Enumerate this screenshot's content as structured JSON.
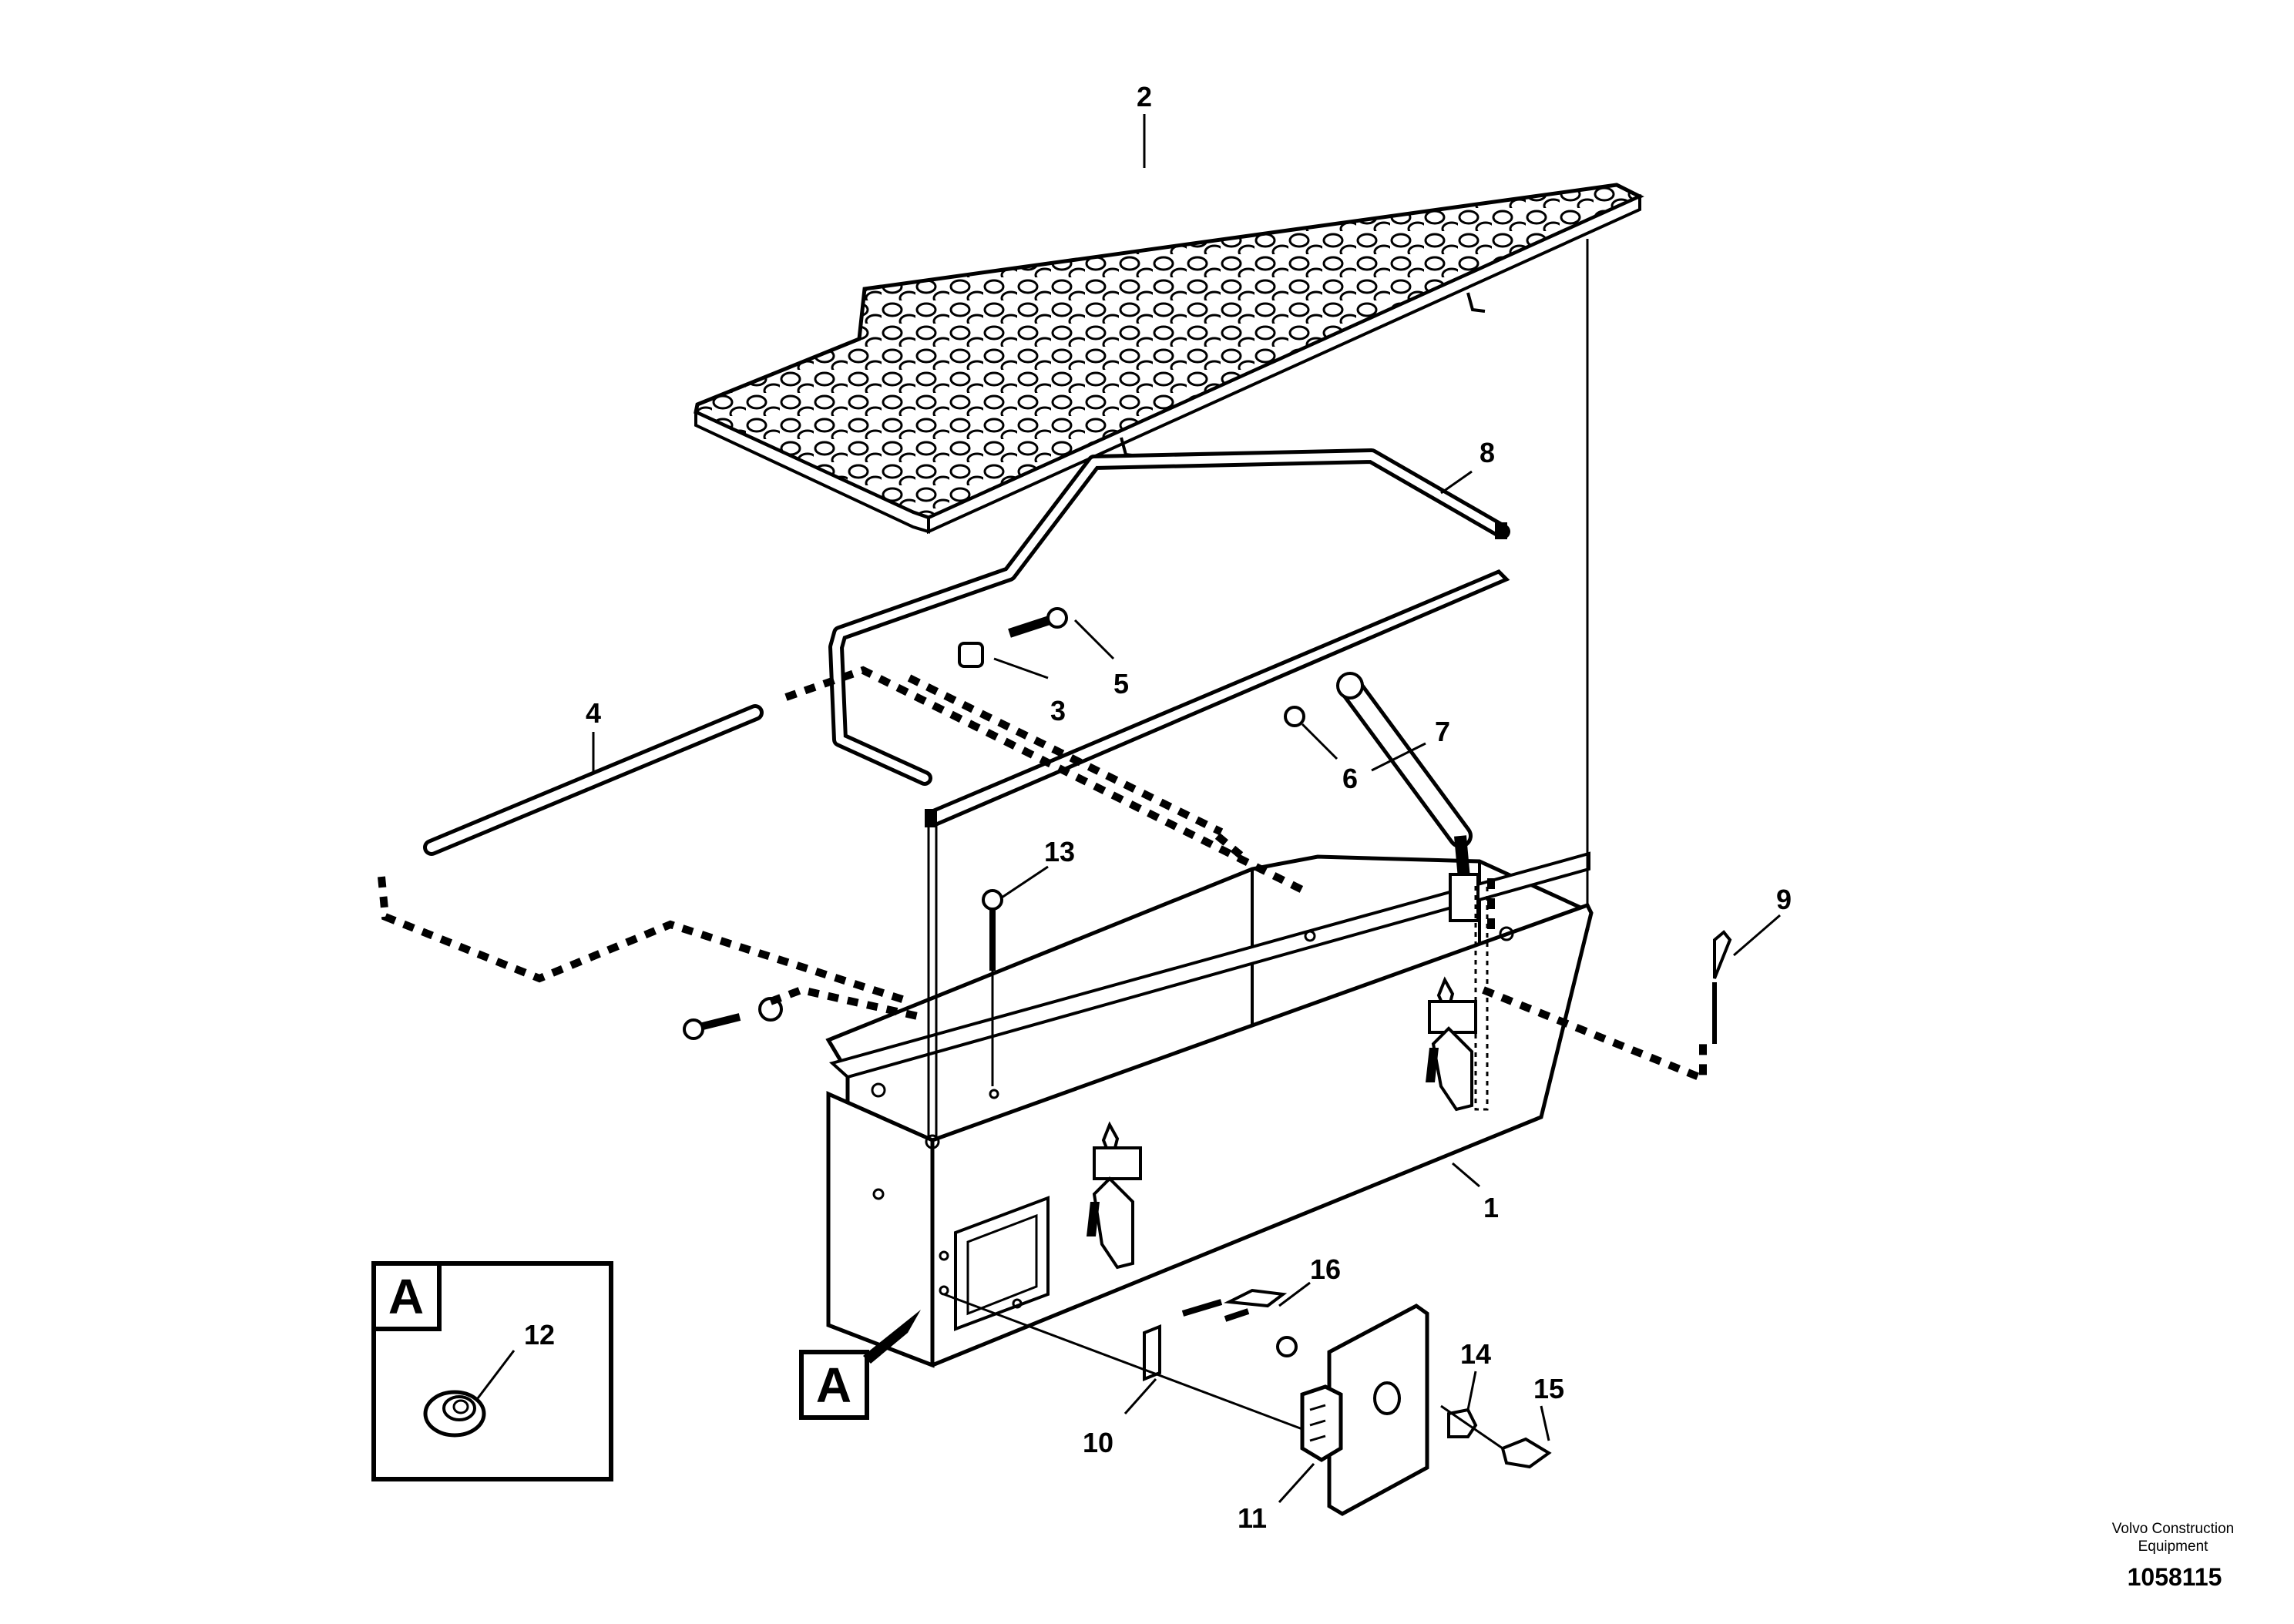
{
  "callouts": [
    "1",
    "2",
    "3",
    "4",
    "5",
    "6",
    "7",
    "8",
    "9",
    "10",
    "11",
    "12",
    "13",
    "14",
    "15",
    "16"
  ],
  "detail_marker": "A",
  "detail_box_label": "A",
  "publisher_line1": "Volvo Construction",
  "publisher_line2": "Equipment",
  "figure_number": "1058115",
  "colors": {
    "line": "#000000",
    "fill": "#ffffff"
  }
}
